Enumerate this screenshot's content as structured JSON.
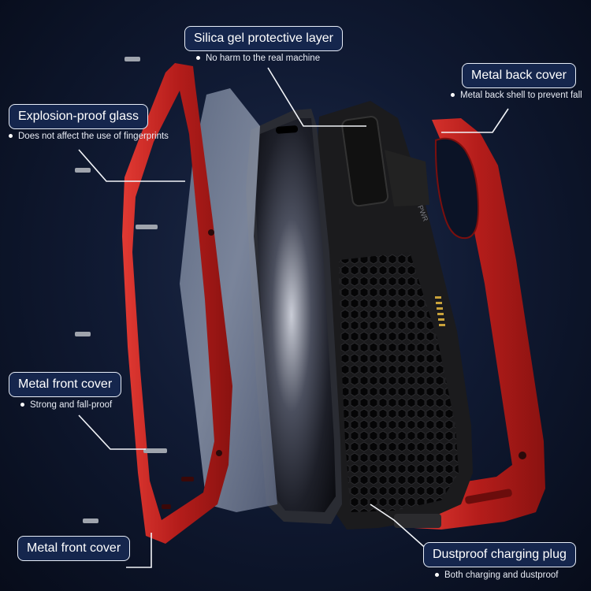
{
  "callouts": {
    "silica": {
      "title": "Silica gel protective layer",
      "note": "No harm to the real machine"
    },
    "metal_back": {
      "title": "Metal back cover",
      "note": "Metal back shell to prevent fall"
    },
    "explosion_glass": {
      "title": "Explosion-proof glass",
      "note": "Does not affect the use of fingerprints"
    },
    "metal_front_1": {
      "title": "Metal front cover",
      "note": "Strong and fall-proof"
    },
    "metal_front_2": {
      "title": "Metal front cover"
    },
    "dustproof": {
      "title": "Dustproof charging plug",
      "note": "Both charging and dustproof"
    }
  },
  "phone_labels": {
    "pwr": "PWR"
  },
  "colors": {
    "background": "#0b1326",
    "frame_red": "#c4221f",
    "callout_fill": "#15264d",
    "callout_border": "#e8eef8",
    "silicone_black": "#1b1b1d"
  }
}
